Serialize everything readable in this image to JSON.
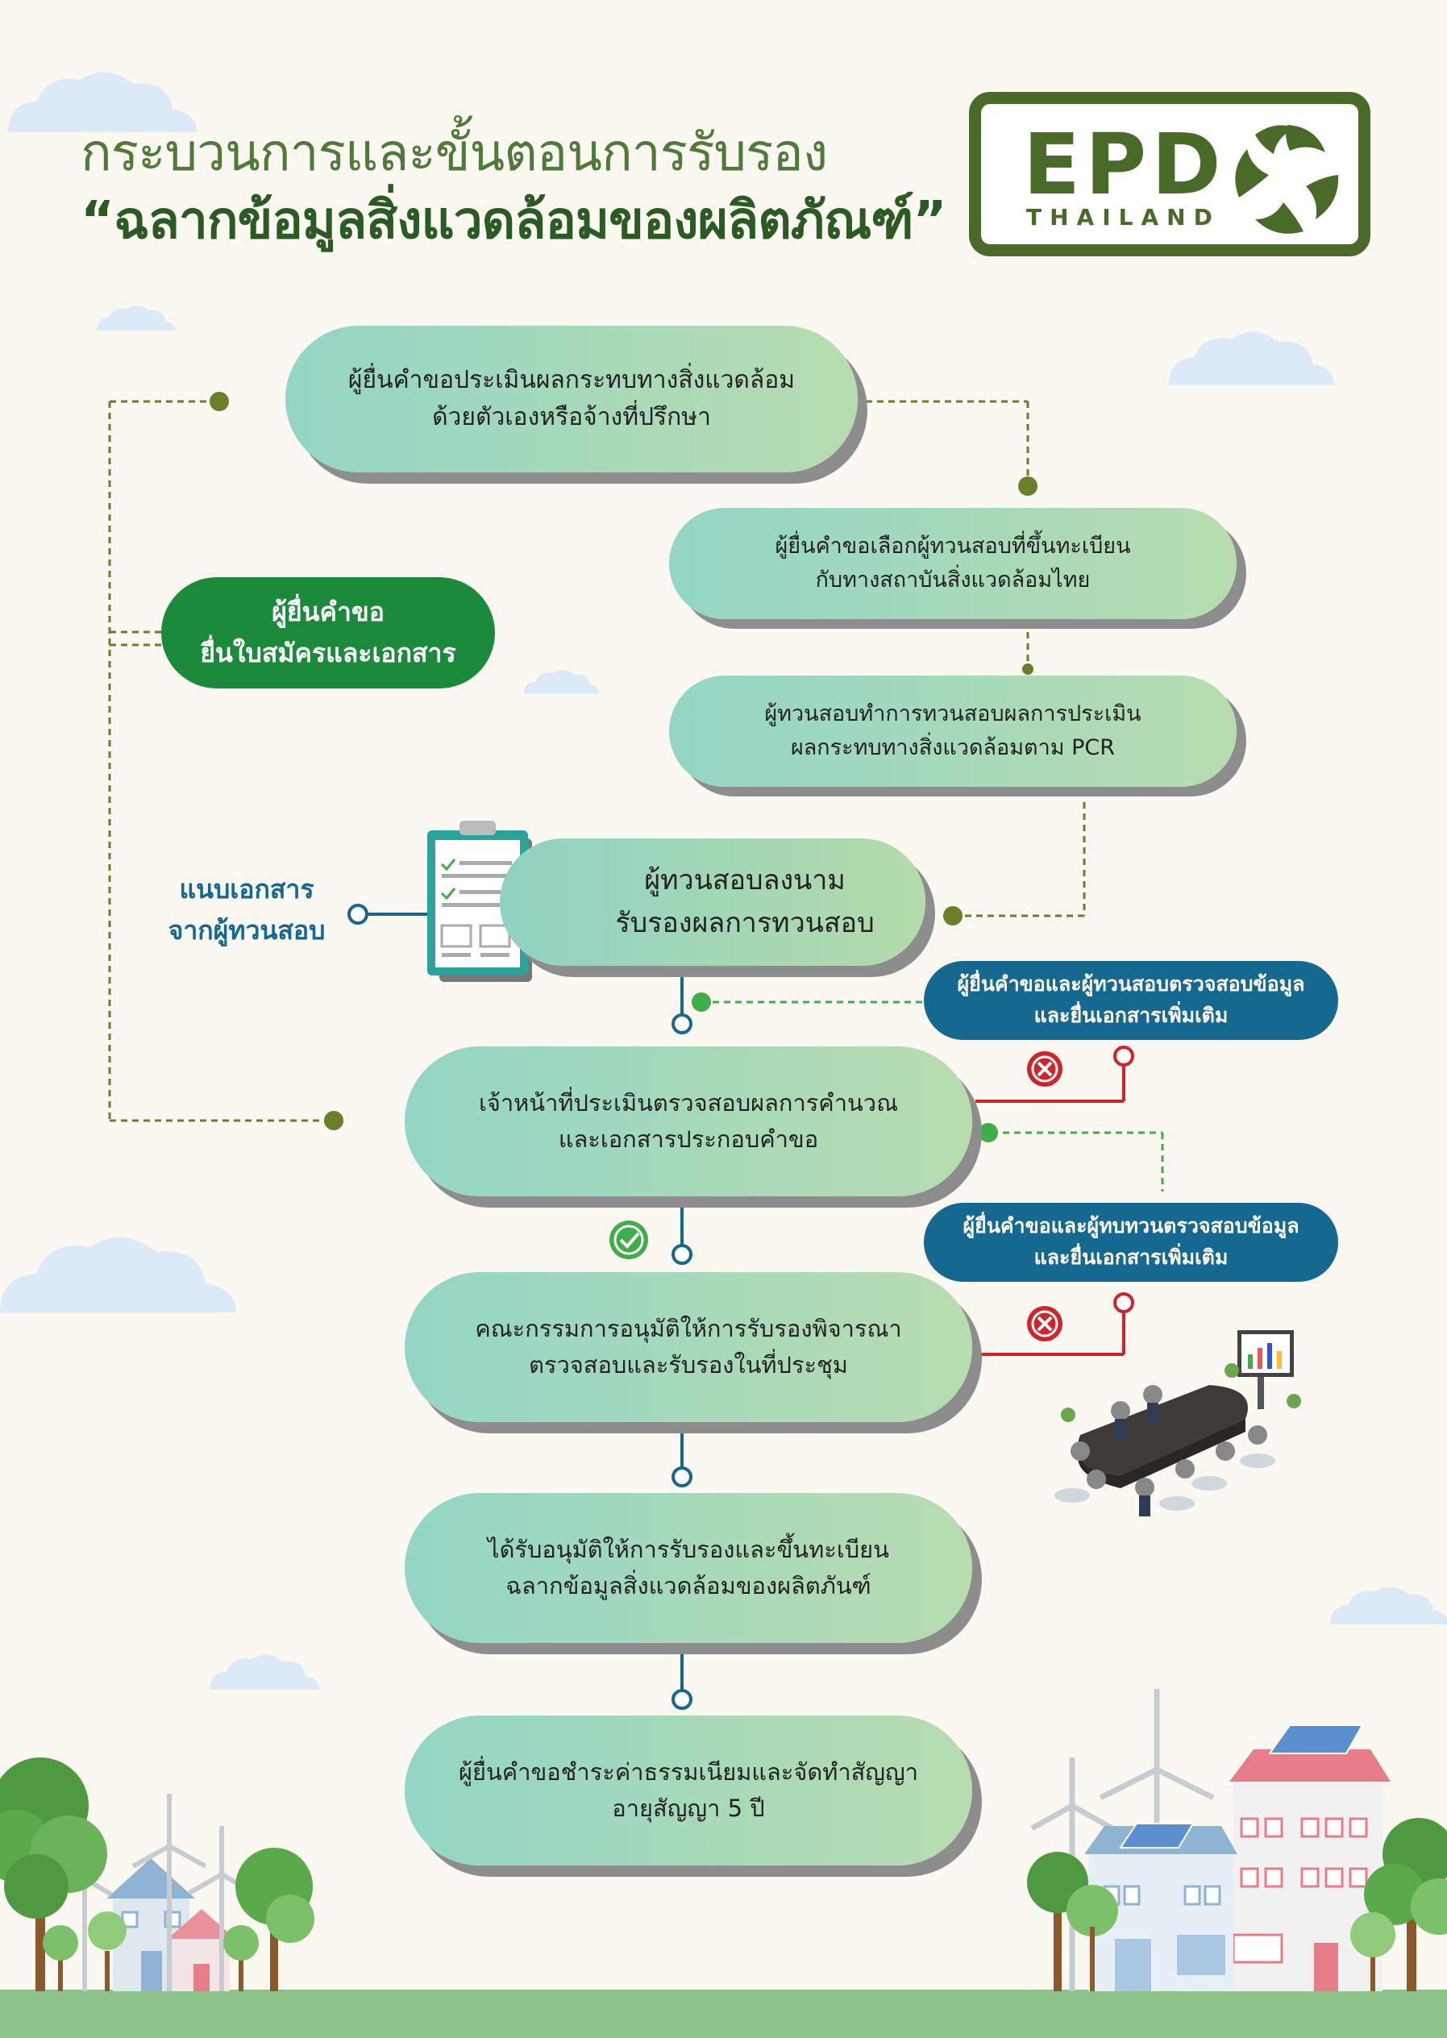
{
  "title": {
    "line1": "กระบวนการและขั้นตอนการรับรอง",
    "line2": "“ฉลากข้อมูลสิ่งแวดล้อมของผลิตภัณฑ์”"
  },
  "logo": {
    "main": "EPD",
    "sub": "THAILAND"
  },
  "side": {
    "applicant": {
      "line1": "ผู้ยื่นคำขอ",
      "line2": "ยื่นใบสมัครและเอกสาร"
    },
    "attach": {
      "line1": "แนบเอกสาร",
      "line2": "จากผู้ทวนสอบ"
    }
  },
  "steps": [
    {
      "line1": "ผู้ยื่นคำขอประเมินผลกระทบทางสิ่งแวดล้อม",
      "line2": "ด้วยตัวเองหรือจ้างที่ปรึกษา"
    },
    {
      "line1": "ผู้ยื่นคำขอเลือกผู้ทวนสอบที่ขึ้นทะเบียน",
      "line2": "กับทางสถาบันสิ่งแวดล้อมไทย"
    },
    {
      "line1": "ผู้ทวนสอบทำการทวนสอบผลการประเมิน",
      "line2": "ผลกระทบทางสิ่งแวดล้อมตาม PCR"
    },
    {
      "line1": "ผู้ทวนสอบลงนาม",
      "line2": "รับรองผลการทวนสอบ"
    },
    {
      "line1": "เจ้าหน้าที่ประเมินตรวจสอบผลการคำนวณ",
      "line2": "และเอกสารประกอบคำขอ"
    },
    {
      "line1": "คณะกรรมการอนุมัติให้การรับรองพิจารณา",
      "line2": "ตรวจสอบและรับรองในที่ประชุม"
    },
    {
      "line1": "ได้รับอนุมัติให้การรับรองและขึ้นทะเบียน",
      "line2": "ฉลากข้อมูลสิ่งแวดล้อมของผลิตภันฑ์"
    },
    {
      "line1": "ผู้ยื่นคำขอชำระค่าธรรมเนียมและจัดทำสัญญา",
      "line2": "อายุสัญญา 5 ปี"
    }
  ],
  "feedback": [
    {
      "line1": "ผู้ยื่นคำขอและผู้ทวนสอบตรวจสอบข้อมูล",
      "line2": "และยื่นเอกสารเพิ่มเติม"
    },
    {
      "line1": "ผู้ยื่นคำขอและผู้ทบทวนตรวจสอบข้อมูล",
      "line2": "และยื่นเอกสารเพิ่มเติม"
    }
  ],
  "icons": [
    "cloud-icon",
    "clipboard-icon",
    "check-circle-icon",
    "cross-circle-icon",
    "meeting-room-icon",
    "tree-icon",
    "wind-turbine-icon",
    "house-icon",
    "solar-panel-icon"
  ],
  "colors": {
    "step_gradient_start": "#93d6c5",
    "step_gradient_end": "#b8dcb0",
    "applicant_green": "#1b8a3b",
    "feedback_blue": "#15688f",
    "logo_green": "#4a6a2a",
    "reject_red": "#d2232a",
    "approve_green": "#3fae49",
    "connector_olive": "#6b7f2a"
  }
}
